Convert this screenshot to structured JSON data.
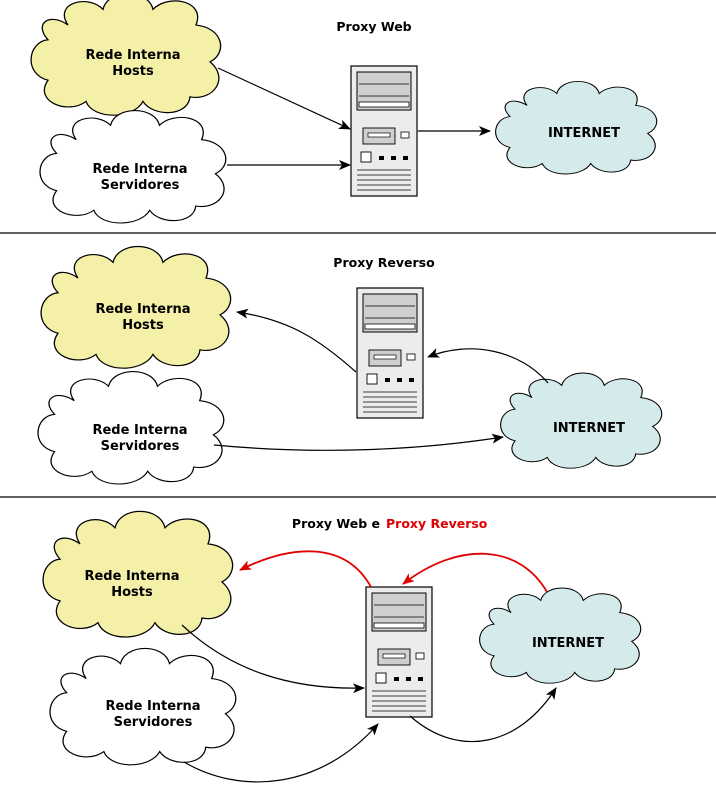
{
  "colors": {
    "hosts_cloud": "#f5f0a8",
    "servers_cloud": "#ffffff",
    "internet_cloud": "#d5eaea",
    "red": "#e00000",
    "server_body": "#ececec",
    "server_panel": "#cfcfcf"
  },
  "sections": [
    {
      "title": "Proxy Web",
      "hosts_line1": "Rede Interna",
      "hosts_line2": "Hosts",
      "servers_line1": "Rede Interna",
      "servers_line2": "Servidores",
      "internet": "INTERNET"
    },
    {
      "title": "Proxy Reverso",
      "hosts_line1": "Rede Interna",
      "hosts_line2": "Hosts",
      "servers_line1": "Rede Interna",
      "servers_line2": "Servidores",
      "internet": "INTERNET"
    },
    {
      "title_part1": "Proxy Web e",
      "title_part2": "Proxy Reverso",
      "hosts_line1": "Rede Interna",
      "hosts_line2": "Hosts",
      "servers_line1": "Rede Interna",
      "servers_line2": "Servidores",
      "internet": "INTERNET"
    }
  ]
}
